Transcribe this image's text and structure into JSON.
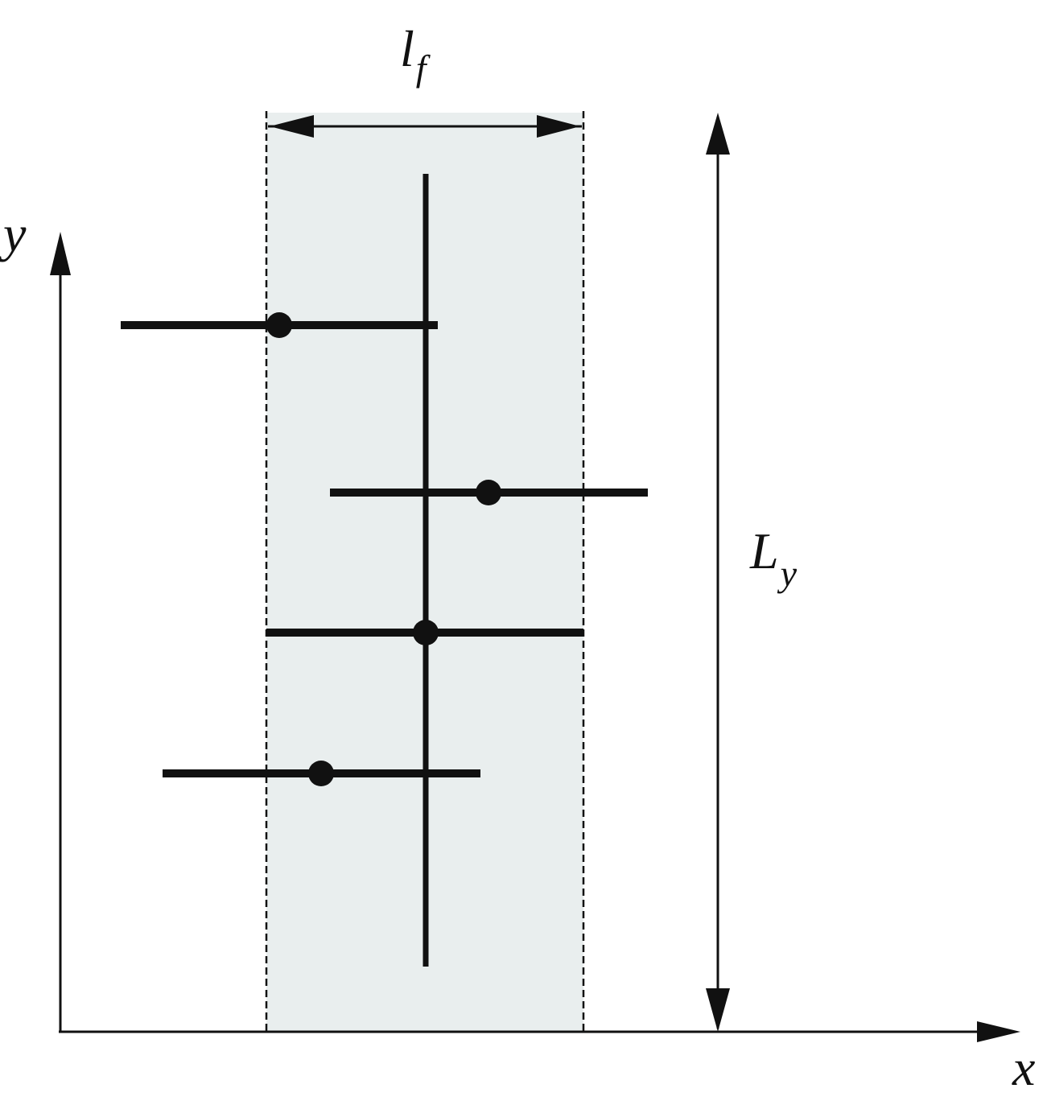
{
  "labels": {
    "width_main": "l",
    "width_sub": "f",
    "height_main": "L",
    "height_sub": "y",
    "y_axis": "y",
    "x_axis": "x"
  },
  "colors": {
    "stroke": "#111111",
    "band_fill": "#e9eeee",
    "background": "#ffffff"
  }
}
